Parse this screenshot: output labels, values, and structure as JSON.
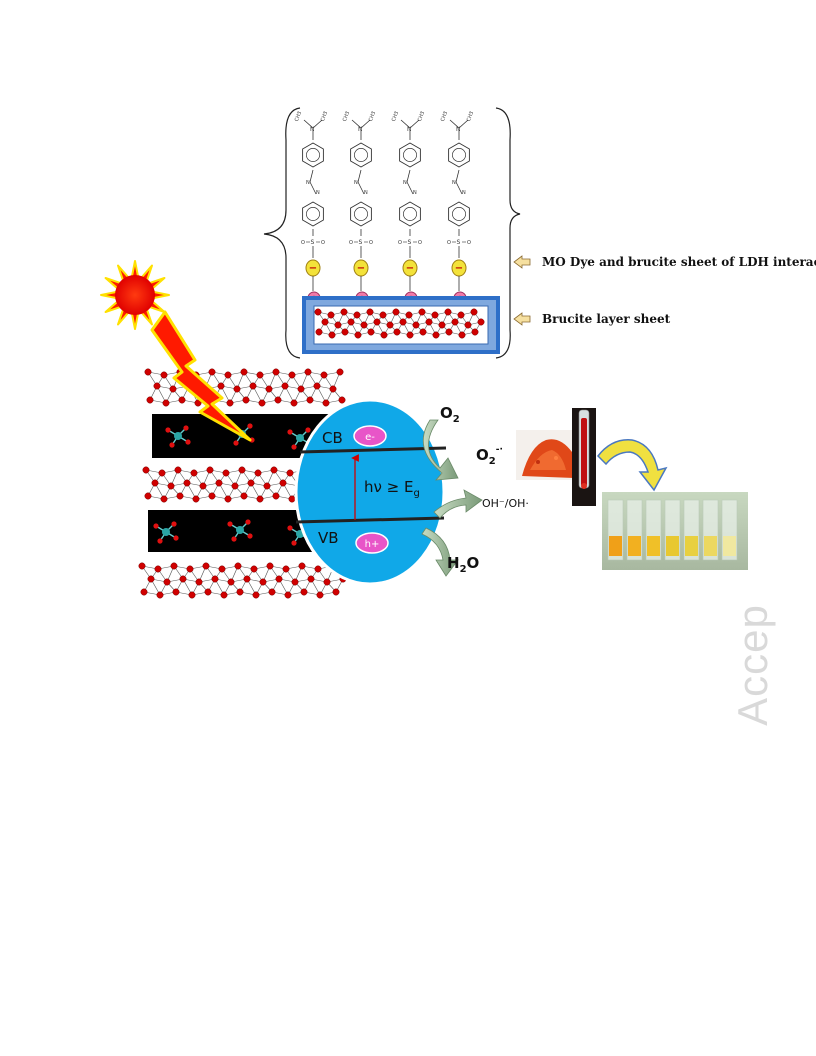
{
  "inset": {
    "label_interaction": "MO Dye and brucite  sheet of LDH interaction",
    "label_brucite": "Brucite layer sheet",
    "anion_charge": "−",
    "cation_charge": "+",
    "molecule_methyl": "CH3",
    "molecule_n": "N",
    "molecule_s": "S",
    "molecule_o": "O"
  },
  "band": {
    "cb": "CB",
    "vb": "VB",
    "electron": "e-",
    "hole": "h+",
    "excitation_main": "hν ≥ E",
    "excitation_sub": "g"
  },
  "reactions": {
    "o2_main": "O",
    "o2_sub": "2",
    "superoxide_main": "O",
    "superoxide_sub": "2",
    "superoxide_sup": "-·",
    "hydroxyl": "OH⁻/OH·",
    "water_main": "H",
    "water_sub": "2",
    "water_tail": "O"
  },
  "watermark": "Accep",
  "colors": {
    "band_blue": "#10a8e8",
    "sun_red": "#ff1a00",
    "sun_yellow": "#ffe100",
    "atom_red": "#d00000",
    "layer_black": "#000000",
    "brucite_frame": "#5b8ed0",
    "anion_yellow": "#f3e23a",
    "cation_pink": "#f07aa8",
    "arrow_green": "#8fae8a"
  },
  "icons": [
    "sun-icon",
    "lightning-icon",
    "test-tube-icon",
    "curved-arrow-icon"
  ]
}
